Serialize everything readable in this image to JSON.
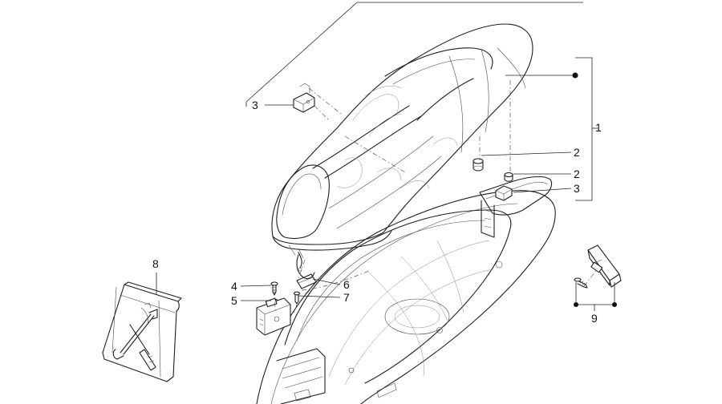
{
  "callouts": {
    "c1": "1",
    "c2a": "2",
    "c2b": "2",
    "c3a": "3",
    "c3b": "3",
    "c4": "4",
    "c5": "5",
    "c6": "6",
    "c7": "7",
    "c8": "8",
    "c9": "9"
  },
  "colors": {
    "line": "#1e1e1e",
    "background": "#ffffff"
  }
}
